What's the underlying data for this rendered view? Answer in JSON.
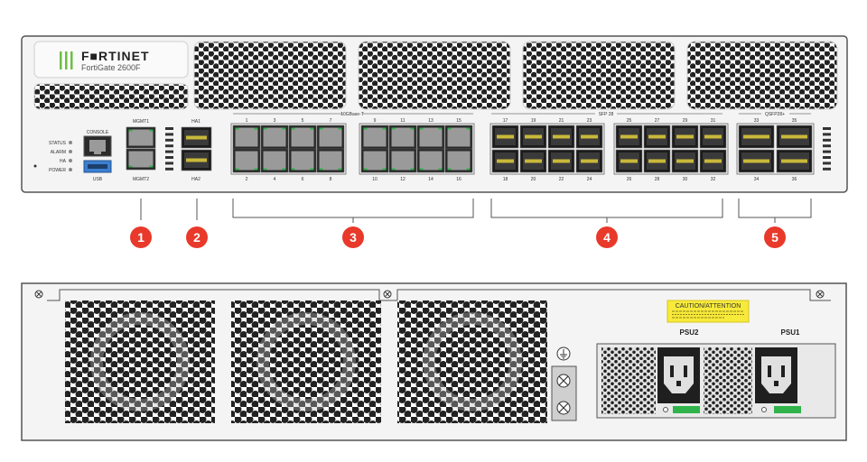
{
  "front": {
    "brand": "F■RTINET",
    "model": "FortiGate 2600F",
    "leds": [
      "STATUS",
      "ALARM",
      "HA",
      "POWER"
    ],
    "console_label": "CONSOLE",
    "usb_label": "USB",
    "mgmt1_label": "MGMT1",
    "mgmt2_label": "MGMT2",
    "ha1_label": "HA1",
    "ha2_label": "HA2",
    "rj45_group_label": "10GBase-T",
    "sfp_group_label": "SFP 28",
    "qsfp_group_label": "QSFP28+",
    "rj45_top": [
      "1",
      "3",
      "5",
      "7",
      "9",
      "11",
      "13",
      "15"
    ],
    "rj45_bottom": [
      "2",
      "4",
      "6",
      "8",
      "10",
      "12",
      "14",
      "16"
    ],
    "sfp_top": [
      "17",
      "19",
      "21",
      "23",
      "25",
      "27",
      "29",
      "31"
    ],
    "sfp_bottom": [
      "18",
      "20",
      "22",
      "24",
      "26",
      "28",
      "30",
      "32"
    ],
    "qsfp_top": [
      "33",
      "35"
    ],
    "qsfp_bottom": [
      "34",
      "36"
    ]
  },
  "callouts": [
    "1",
    "2",
    "3",
    "4",
    "5"
  ],
  "back": {
    "caution_title": "CAUTION/ATTENTION",
    "psu2_label": "PSU2",
    "psu1_label": "PSU1"
  },
  "colors": {
    "callout": "#e8392a",
    "chassis": "#f4f4f4",
    "outline": "#555555",
    "port_green": "#2fb34a",
    "caution_yellow": "#f7ea3a"
  }
}
